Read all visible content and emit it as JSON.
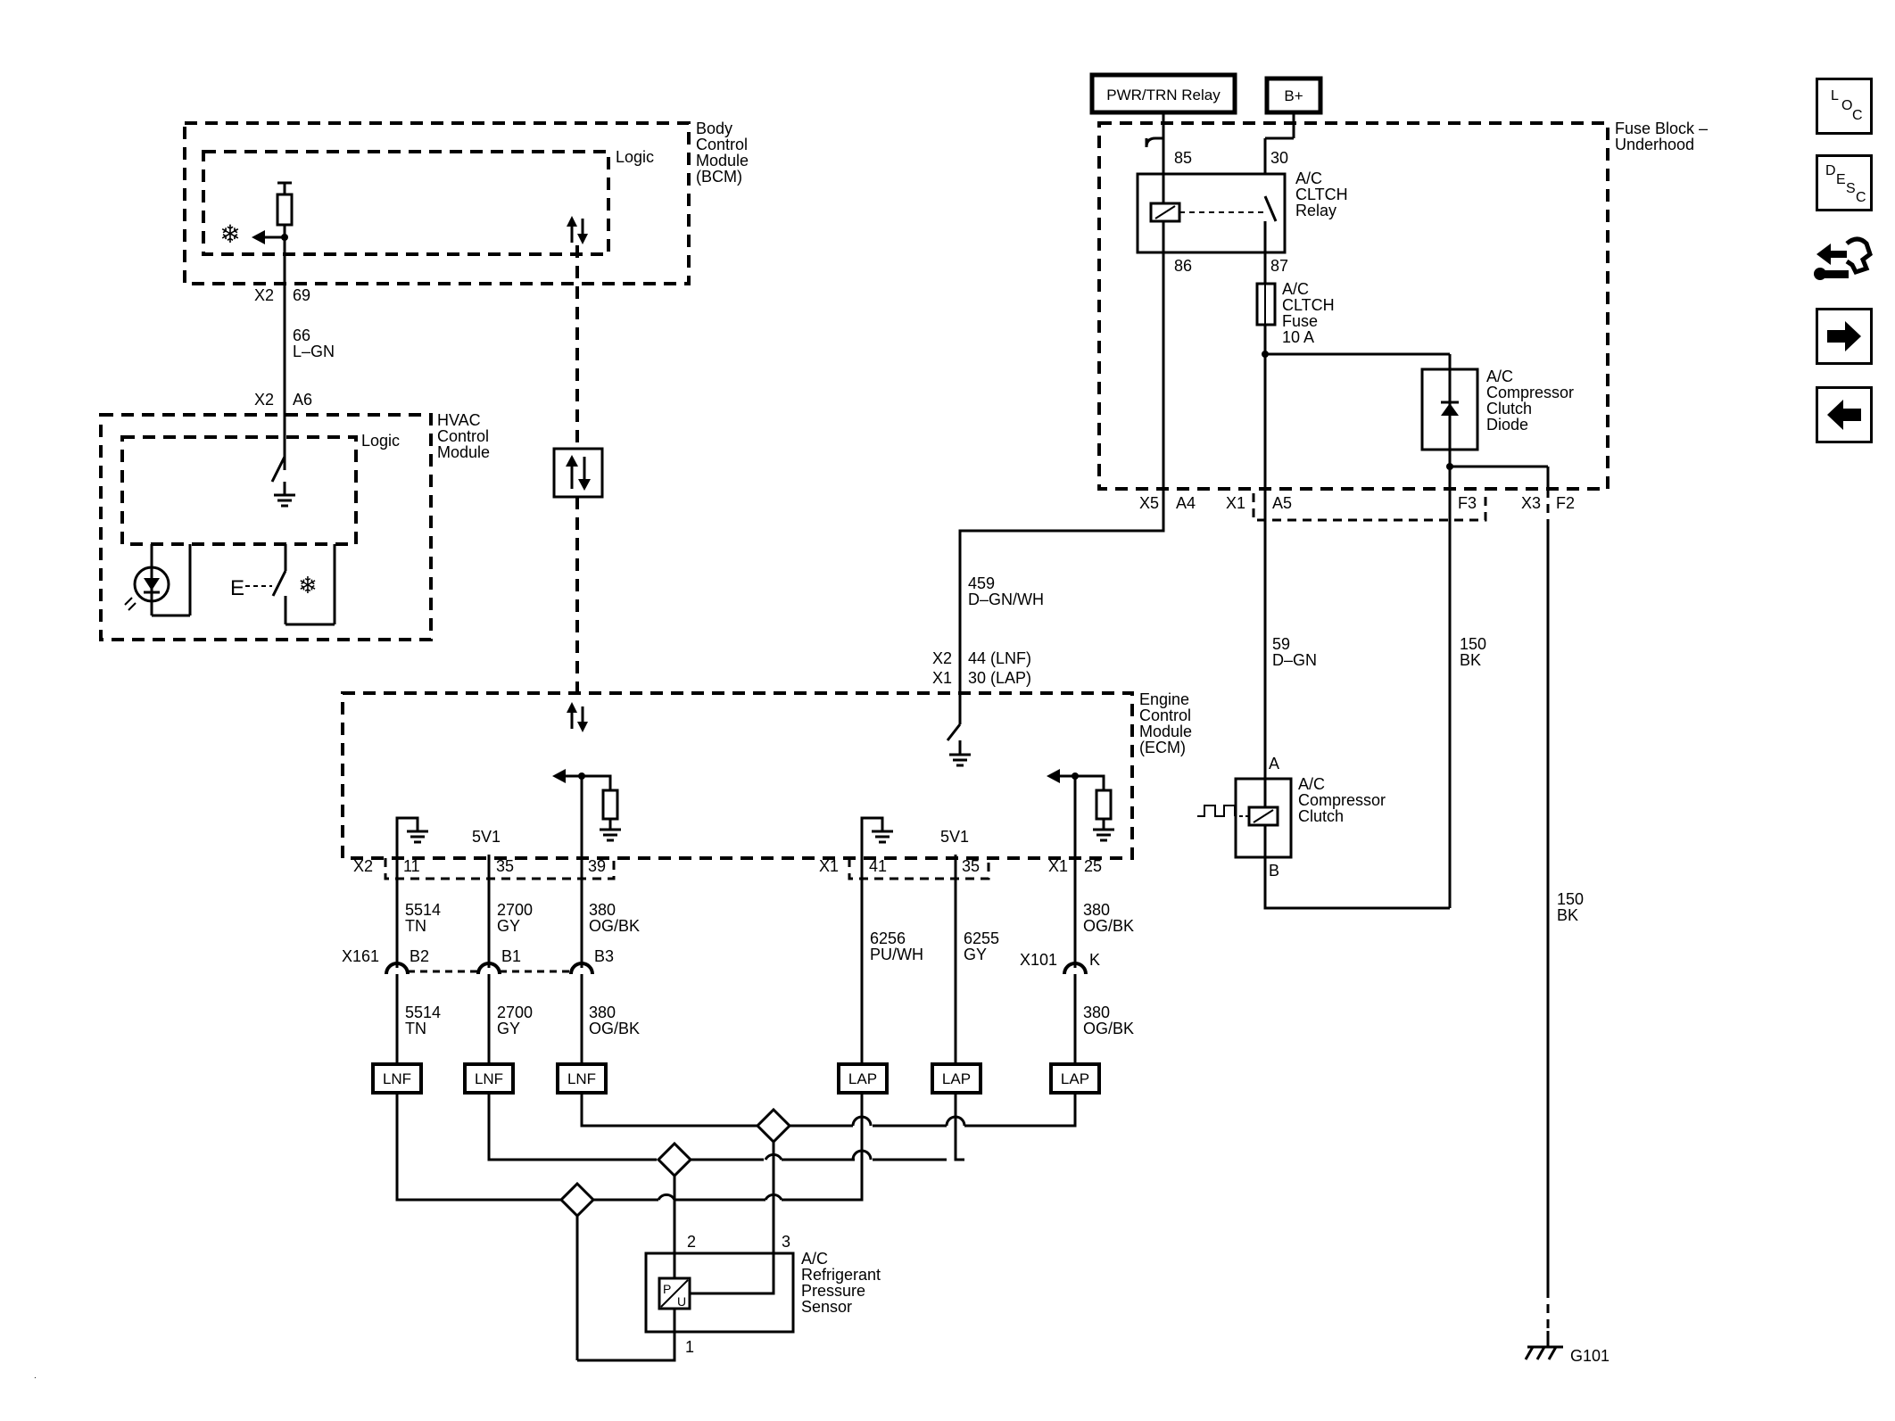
{
  "modules": {
    "bcm": [
      "Body",
      "Control",
      "Module",
      "(BCM)"
    ],
    "bcm_logic": "Logic",
    "hvac": [
      "HVAC",
      "Control",
      "Module"
    ],
    "hvac_logic": "Logic",
    "ecm": [
      "Engine",
      "Control",
      "Module",
      "(ECM)"
    ],
    "fuse_block": [
      "Fuse Block –",
      "Underhood"
    ]
  },
  "power": {
    "relay_box": "PWR/TRN Relay",
    "bplus": "B+"
  },
  "relay": {
    "name": [
      "A/C",
      "CLTCH",
      "Relay"
    ],
    "pins": [
      "85",
      "30",
      "86",
      "87"
    ]
  },
  "fuse": [
    "A/C",
    "CLTCH",
    "Fuse",
    "10 A"
  ],
  "diode": [
    "A/C",
    "Compressor",
    "Clutch",
    "Diode"
  ],
  "clutch": {
    "name": [
      "A/C",
      "Compressor",
      "Clutch"
    ],
    "pin_a": "A",
    "pin_b": "B"
  },
  "sensor": {
    "name": [
      "A/C",
      "Refrigerant",
      "Pressure",
      "Sensor"
    ],
    "pins": [
      "2",
      "3",
      "1"
    ],
    "p": "P",
    "u": "U"
  },
  "connectors": {
    "bcm_x2": "X2",
    "bcm_69": "69",
    "hvac_x2": "X2",
    "hvac_a6": "A6",
    "fb_x5": "X5",
    "fb_a4": "A4",
    "fb_x1": "X1",
    "fb_a5": "A5",
    "fb_f3": "F3",
    "fb_x3": "X3",
    "fb_f2": "F2",
    "ecm_x2": "X2",
    "ecm_x1": "X1",
    "ecm_x2_b": "X2",
    "ecm_x1_b": "X1",
    "pins_a": [
      "11",
      "35",
      "39"
    ],
    "pins_b": [
      "41",
      "35"
    ],
    "pin_c": "25",
    "fivev_a": "5V1",
    "fivev_b": "5V1",
    "x161": "X161",
    "b2": "B2",
    "b1": "B1",
    "b3": "B3",
    "x101": "X101",
    "k": "K"
  },
  "wires": {
    "w66": [
      "66",
      "L–GN"
    ],
    "w459": [
      "459",
      "D–GN/WH"
    ],
    "w44": "44 (LNF)",
    "w30": "30 (LAP)",
    "w59": [
      "59",
      "D–GN"
    ],
    "w150a": [
      "150",
      "BK"
    ],
    "w150b": [
      "150",
      "BK"
    ],
    "w5514a": [
      "5514",
      "TN"
    ],
    "w2700a": [
      "2700",
      "GY"
    ],
    "w380a": [
      "380",
      "OG/BK"
    ],
    "w6256": [
      "6256",
      "PU/WH"
    ],
    "w6255": [
      "6255",
      "GY"
    ],
    "w380c": [
      "380",
      "OG/BK"
    ],
    "w5514b": [
      "5514",
      "TN"
    ],
    "w2700b": [
      "2700",
      "GY"
    ],
    "w380b": [
      "380",
      "OG/BK"
    ],
    "w380d": [
      "380",
      "OG/BK"
    ]
  },
  "options": [
    "LNF",
    "LNF",
    "LNF",
    "LAP",
    "LAP",
    "LAP"
  ],
  "ground": "G101",
  "nav": {
    "loc": [
      "L",
      "O",
      "C"
    ],
    "desc": [
      "D",
      "E",
      "S",
      "C"
    ],
    "icons": [
      "connector-wrench-icon",
      "arrow-right-icon",
      "arrow-left-icon"
    ]
  }
}
